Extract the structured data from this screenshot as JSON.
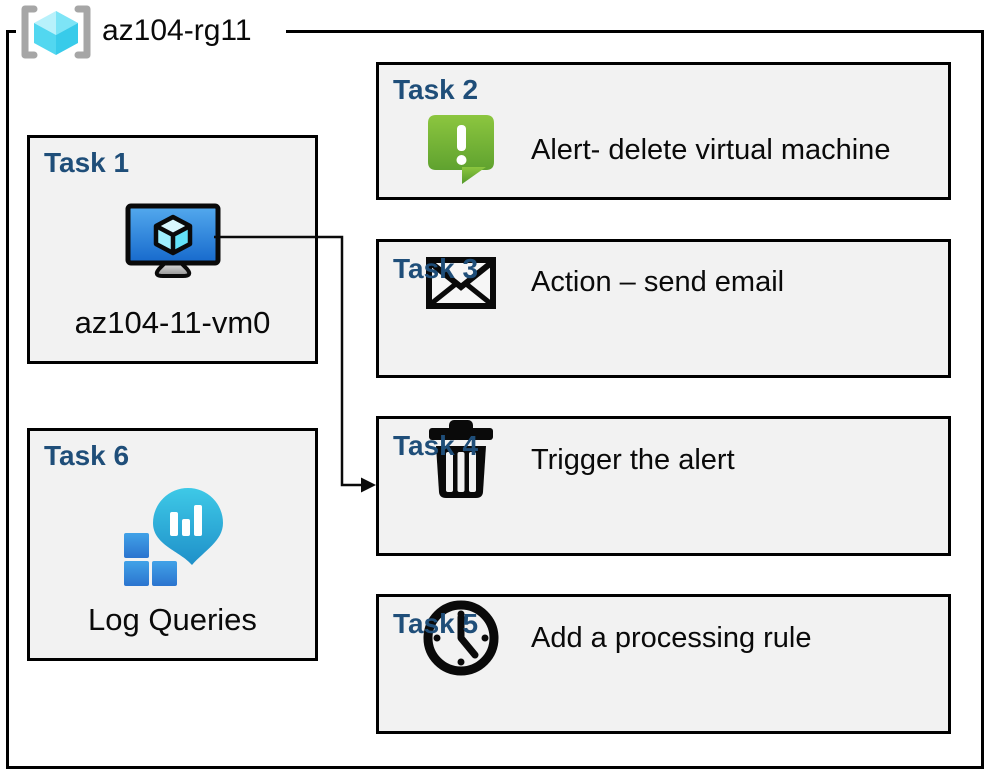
{
  "title": "az104-rg11",
  "tasks": {
    "t1": {
      "heading": "Task 1",
      "label": "az104-11-vm0"
    },
    "t2": {
      "heading": "Task 2",
      "label": "Alert- delete virtual machine"
    },
    "t3": {
      "heading": "Task 3",
      "label": "Action – send email"
    },
    "t4": {
      "heading": "Task 4",
      "label": "Trigger the alert"
    },
    "t5": {
      "heading": "Task 5",
      "label": "Add a processing rule"
    },
    "t6": {
      "heading": "Task 6",
      "label": "Log Queries"
    }
  },
  "connector": {
    "from": "Task 1 virtual machine",
    "to": "Task 4 trigger the alert"
  },
  "icons": {
    "resource_group": "resource-group-icon",
    "t1": "virtual-machine-icon",
    "t2": "alert-message-icon",
    "t3": "email-envelope-icon",
    "t4": "trash-icon",
    "t5": "clock-icon",
    "t6": "log-queries-icon"
  },
  "colors": {
    "heading_blue": "#1F4E79",
    "box_fill": "#F2F2F2",
    "border_black": "#000000",
    "alert_green_top": "#8CC63F",
    "alert_green_bottom": "#54992B",
    "vm_screen_top": "#54AAEE",
    "vm_screen_bottom": "#1669CC",
    "cube_cyan_light": "#D9F8FF",
    "cube_cyan_mid": "#9FF0FF",
    "cube_cyan_dark": "#63E2F8",
    "log_teal_top": "#3EC9E7",
    "log_teal_bottom": "#1F90C9",
    "log_square_top": "#41A2E8",
    "log_square_bottom": "#2B74CF",
    "rg_bracket_gray": "#A6A6A6",
    "rg_cube_light": "#B8F1FB",
    "rg_cube_mid": "#7DE4F6",
    "rg_cube_dark": "#38CBEA"
  }
}
